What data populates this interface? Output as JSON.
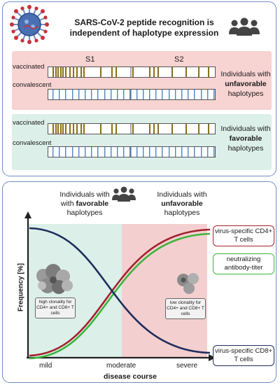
{
  "top_panel": {
    "title": "SARS-CoV-2 peptide recognition is independent of haplotype expression",
    "segments": [
      "S1",
      "S2"
    ],
    "unfavorable_group": {
      "rows": [
        "vaccinated",
        "convalescent"
      ],
      "label_pre": "Individuals with",
      "label_bold": "unfavorable",
      "label_post": "haplotypes"
    },
    "favorable_group": {
      "rows": [
        "vaccinated",
        "convalescent"
      ],
      "label_pre": "Individuals with",
      "label_bold": "favorable",
      "label_post": "haplotypes"
    }
  },
  "bottom_panel": {
    "favorable_header": {
      "pre": "Individuals with",
      "bold": "favorable",
      "post": "haplotypes"
    },
    "unfavorable_header": {
      "pre": "Individuals with",
      "bold": "unfavorable",
      "post": "haplotypes"
    },
    "y_axis_label": "Frequency [%]",
    "x_axis_label": "disease course",
    "x_ticks": [
      "mild",
      "moderate",
      "severe"
    ],
    "legend": {
      "cd4": "virus-specific CD4+ T cells",
      "antibody": "neutralizing antibody-titer",
      "cd8": "virus-specific CD8+ T cells"
    },
    "notes": {
      "high": "high clonality for CD4+ and CD8+ T cells",
      "low": "low clonality for CD4+ and CD8+ T cells"
    },
    "colors": {
      "cd4": "#a3222e",
      "antibody": "#3cb43c",
      "cd8": "#1f2d5c"
    }
  }
}
